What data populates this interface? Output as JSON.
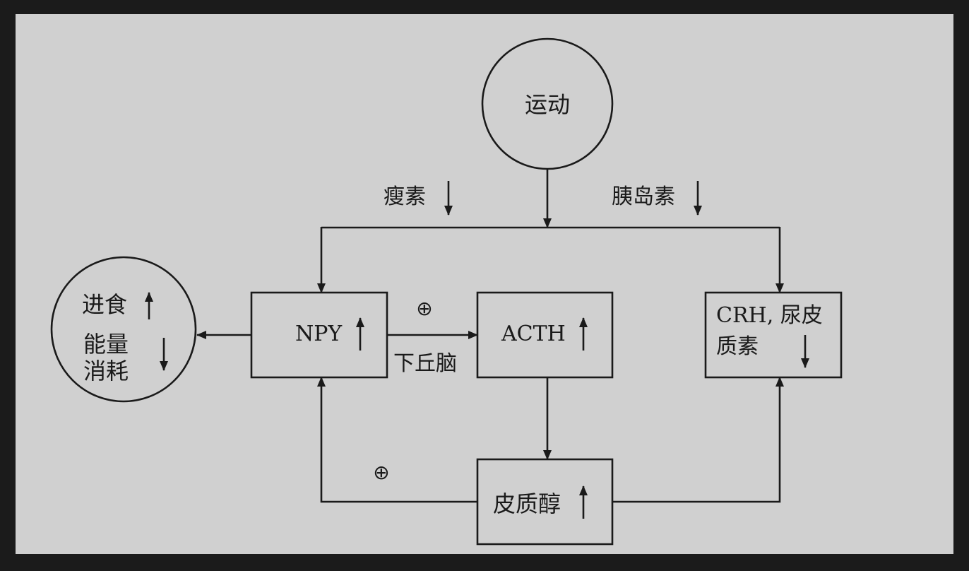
{
  "nodes": {
    "exercise": {
      "label": "运动"
    },
    "npy": {
      "label": "NPY"
    },
    "acth": {
      "label": "ACTH"
    },
    "crh": {
      "label_line1": "CRH, 尿皮",
      "label_line2": "质素"
    },
    "cortisol": {
      "label": "皮质醇"
    },
    "outcome": {
      "line1": "进食",
      "line2": "能量",
      "line3": "消耗"
    }
  },
  "edges": {
    "leptin": {
      "label": "瘦素"
    },
    "insulin": {
      "label": "胰岛素"
    },
    "hypothalamus": {
      "label": "下丘脑"
    },
    "npy_acth_sign": {
      "label": "⊕"
    },
    "cortisol_npy_sign": {
      "label": "⊕"
    }
  },
  "colors": {
    "background": "#d0d0d0",
    "frame": "#1b1b1b",
    "ink": "#1a1a1a"
  }
}
